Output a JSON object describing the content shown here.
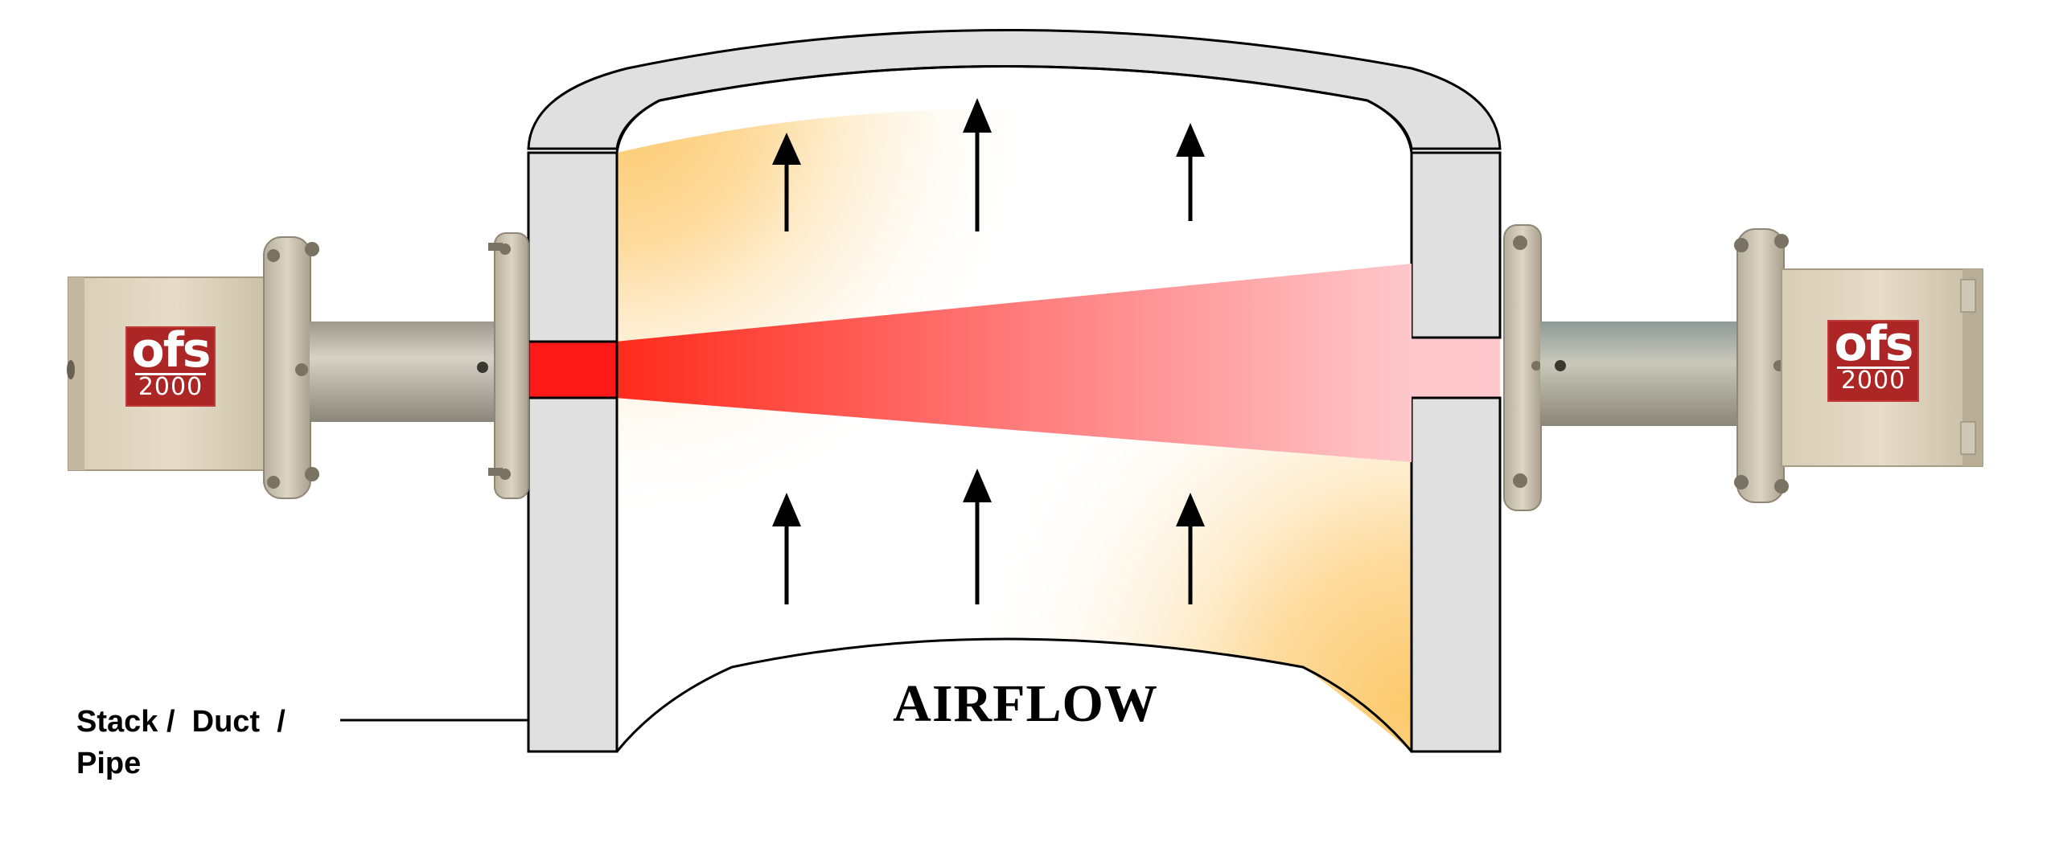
{
  "diagram": {
    "stack_label_lines": [
      "Stack /  Duct  /",
      "Pipe"
    ],
    "airflow_label": "AIRFLOW",
    "transmitter_logo": {
      "top": "ofs",
      "bottom": "2000"
    },
    "receiver_logo": {
      "top": "ofs",
      "bottom": "2000"
    },
    "arrow_direction": "up",
    "colors": {
      "laser_source": "#ff1a1a",
      "laser_far": "#ffc8cc",
      "duct_wall": "#e0e0e0",
      "gas_glow": "#fcc86a",
      "logo_red": "#ac2626",
      "housing": "#dcd0bb",
      "pipe": "#b9b5a8"
    }
  }
}
